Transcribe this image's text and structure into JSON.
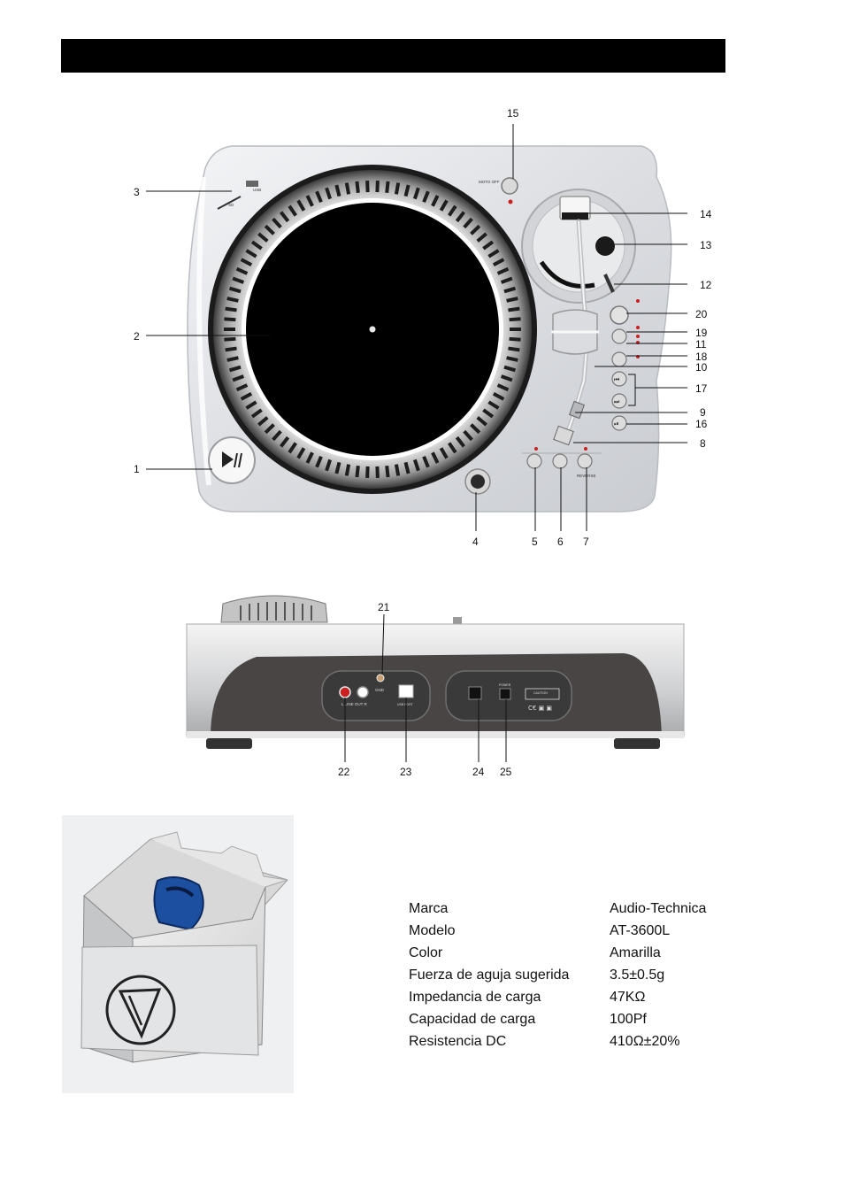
{
  "front_labels": {
    "l1": "1",
    "l2": "2",
    "l3": "3",
    "l4": "4",
    "l5": "5",
    "l6": "6",
    "l7": "7",
    "l8": "8",
    "l9": "9",
    "l10": "10",
    "l11": "11",
    "l12": "12",
    "l13": "13",
    "l14": "14",
    "l15": "15",
    "l16": "16",
    "l17": "17",
    "l18": "18",
    "l19": "19",
    "l20": "20"
  },
  "rear_labels": {
    "l21": "21",
    "l22": "22",
    "l23": "23",
    "l24": "24",
    "l25": "25"
  },
  "device_text": {
    "moto_off": "MOTO OFF",
    "sd": "SD",
    "usb": "USB",
    "reverse": "REVERSE",
    "line_out": "L  LINE OUT  R",
    "gnd": "GND",
    "usb_port": "USB PORT",
    "power": "POWER",
    "caution": "CAUTION"
  },
  "specs": [
    {
      "key": "Marca",
      "value": "Audio-Technica"
    },
    {
      "key": "Modelo",
      "value": "AT-3600L"
    },
    {
      "key": "Color",
      "value": "Amarilla"
    },
    {
      "key": "Fuerza de aguja sugerida",
      "value": "3.5±0.5g"
    },
    {
      "key": "Impedancia de carga",
      "value": "47KΩ"
    },
    {
      "key": "Capacidad de carga",
      "value": "100Pf"
    },
    {
      "key": "Resistencia DC",
      "value": "410Ω±20%"
    }
  ],
  "colors": {
    "body": "#e4e6ea",
    "platter": "#000000",
    "accent_red": "#cc2020",
    "cartridge_blue": "#1c4fa0"
  }
}
